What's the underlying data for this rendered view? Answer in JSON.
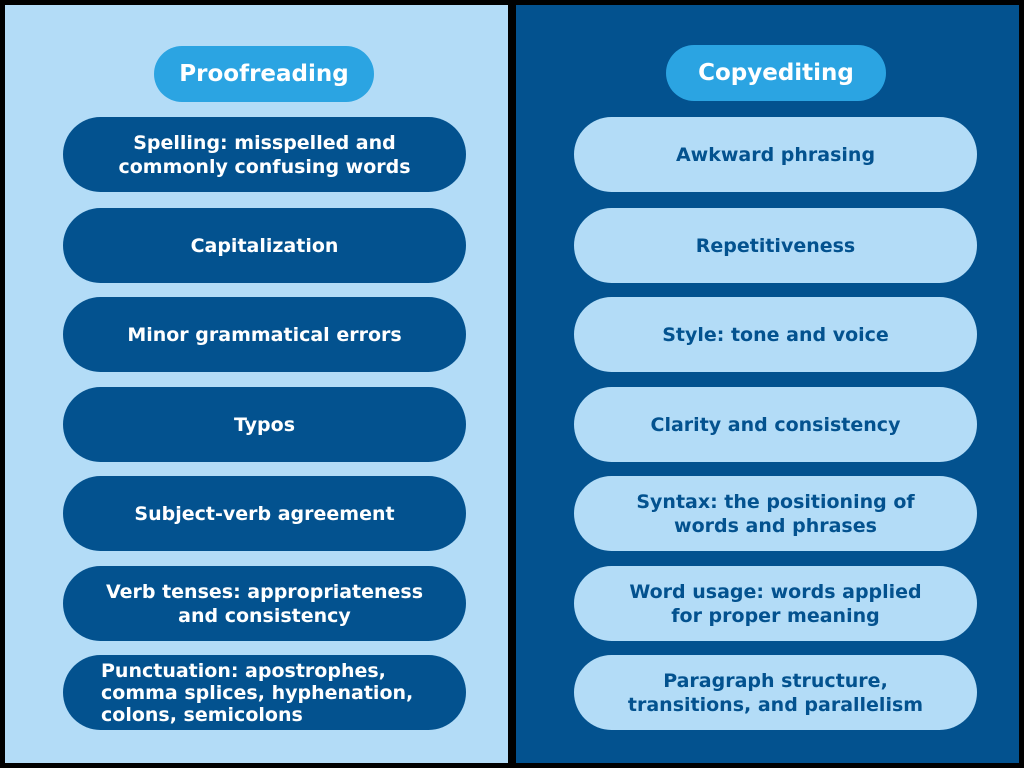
{
  "left_column": {
    "title": "Proofreading",
    "items": [
      {
        "label": "Spelling: misspelled and\ncommonly confusing words"
      },
      {
        "label": "Capitalization"
      },
      {
        "label": "Minor grammatical errors"
      },
      {
        "label": "Typos"
      },
      {
        "label": "Subject-verb agreement"
      },
      {
        "label": "Verb tenses: appropriateness\nand consistency"
      },
      {
        "label": "Punctuation: apostrophes,\ncomma splices, hyphenation,\ncolons, semicolons"
      }
    ]
  },
  "right_column": {
    "title": "Copyediting",
    "items": [
      {
        "label": "Awkward phrasing"
      },
      {
        "label": "Repetitiveness"
      },
      {
        "label": "Style: tone and voice"
      },
      {
        "label": "Clarity and consistency"
      },
      {
        "label": "Syntax: the positioning of\nwords and phrases"
      },
      {
        "label": "Word usage: words applied\nfor proper meaning"
      },
      {
        "label": "Paragraph structure,\ntransitions, and parallelism"
      }
    ]
  },
  "colors": {
    "light_blue": "#b3dcf7",
    "dark_blue": "#03528f",
    "accent_blue": "#2ba4e2",
    "border": "#000000"
  }
}
